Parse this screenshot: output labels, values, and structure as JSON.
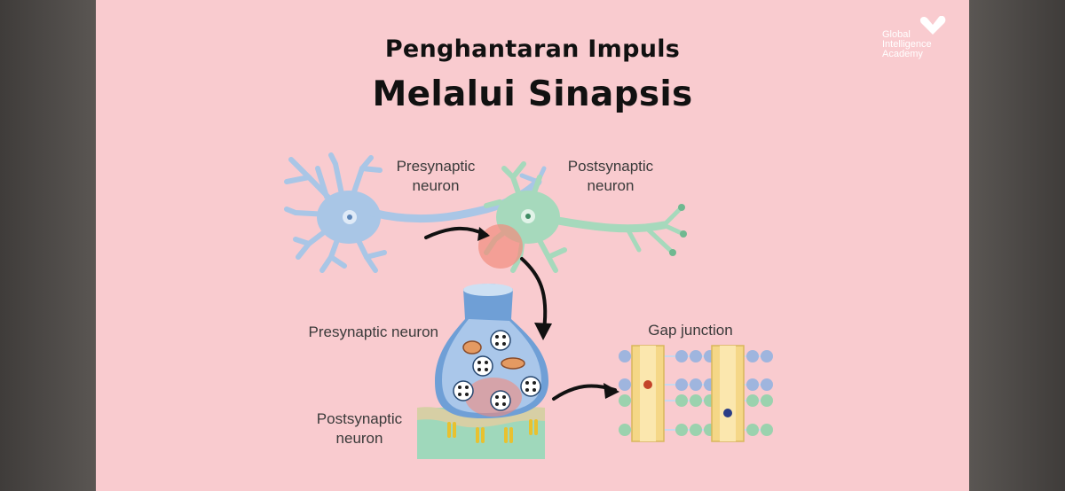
{
  "slide": {
    "title_line1": "Penghantaran Impuls",
    "title_line2": "Melalui Sinapsis"
  },
  "logo": {
    "text": "Global\nIntelligence\nAcademy"
  },
  "labels": {
    "presynaptic_top": "Presynaptic\nneuron",
    "postsynaptic_top": "Postsynaptic\nneuron",
    "presynaptic_zoom": "Presynaptic neuron",
    "postsynaptic_zoom": "Postsynaptic\nneuron",
    "gap_junction": "Gap junction"
  },
  "colors": {
    "background": "#f9cbcf",
    "presynaptic_neuron": "#a9c6e6",
    "postsynaptic_neuron": "#a6d9bc",
    "highlight": "#f28b7d",
    "channel": "#f5d787",
    "arrow": "#111111"
  }
}
